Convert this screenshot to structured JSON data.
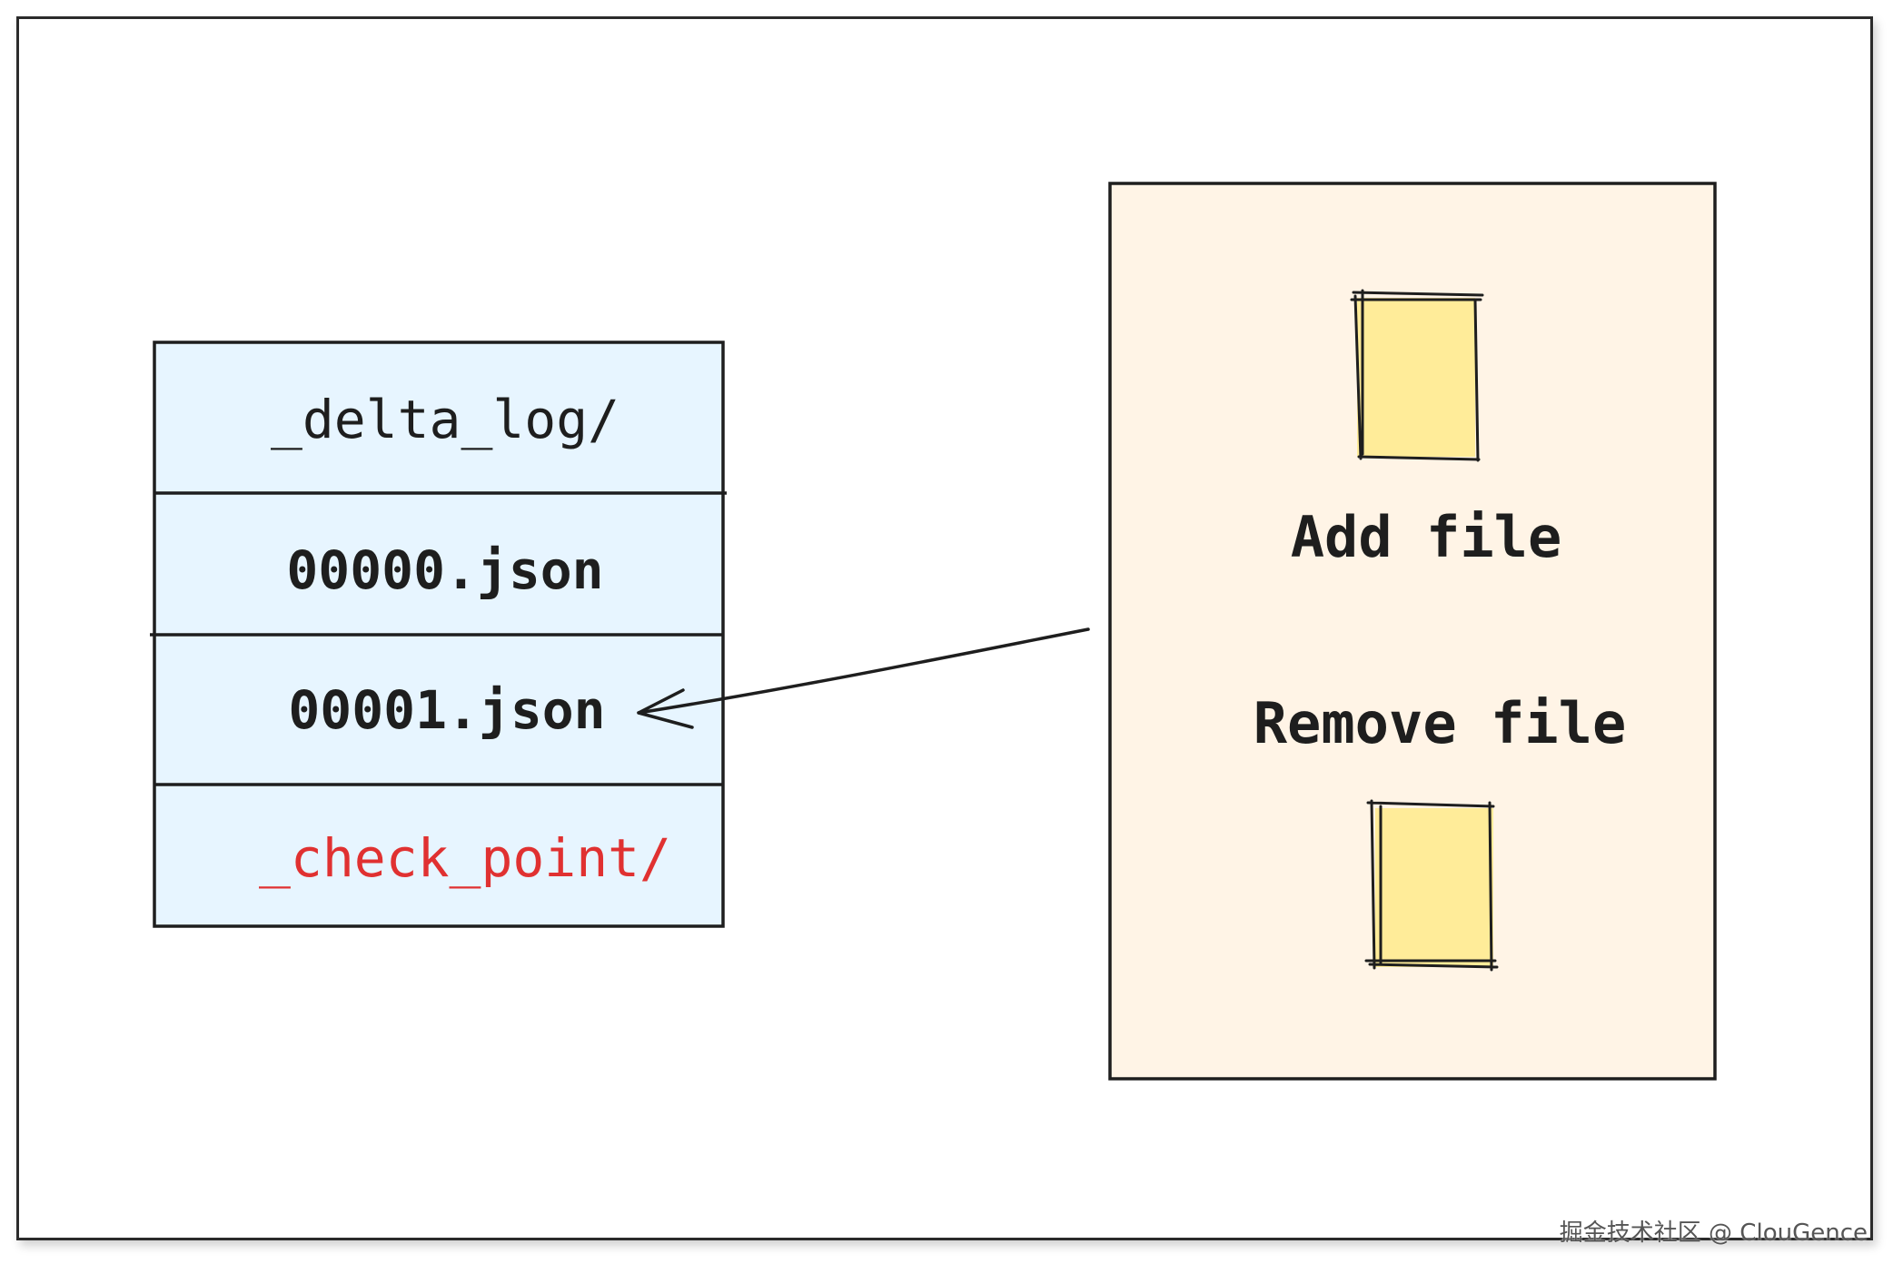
{
  "log_stack": {
    "rows": [
      {
        "label": "_delta_log/",
        "color": "#1e1e1e"
      },
      {
        "label": "00000.json",
        "color": "#1e1e1e"
      },
      {
        "label": "00001.json",
        "color": "#1e1e1e"
      },
      {
        "label": "_check_point/",
        "color": "#e03131"
      }
    ],
    "fill": "#e7f5ff"
  },
  "file_panel": {
    "fill": "#fff4e6",
    "add_label": "Add file",
    "remove_label": "Remove file",
    "file_fill": "#ffec99"
  },
  "watermark": "掘金技术社区 @ ClouGence"
}
